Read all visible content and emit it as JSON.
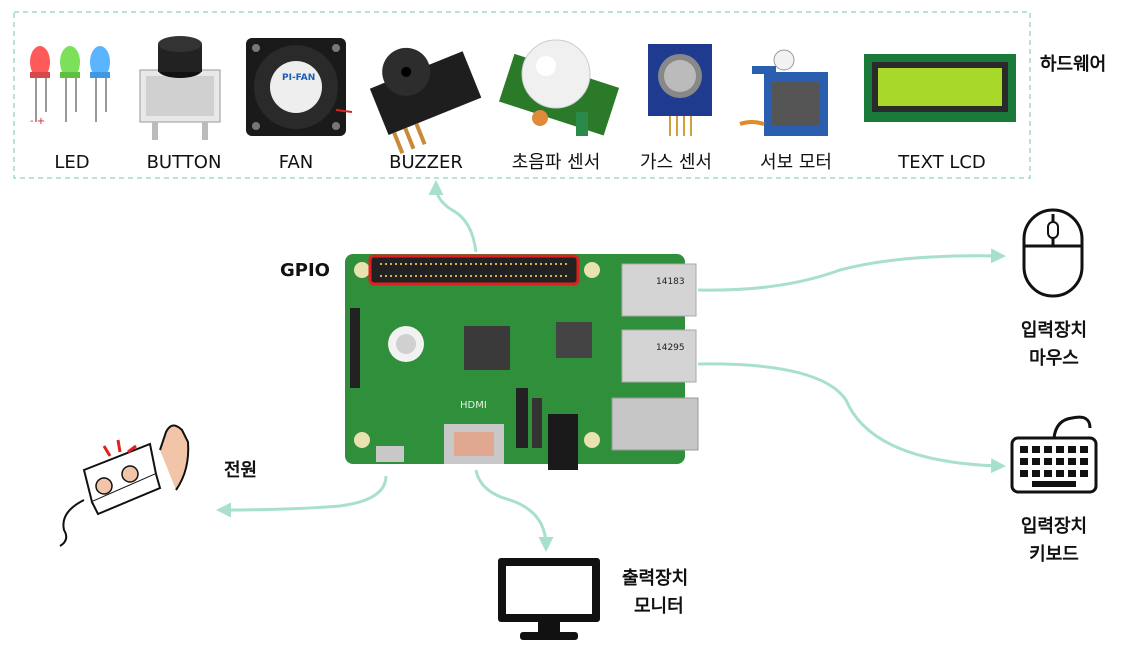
{
  "hardware": {
    "title": "하드웨어",
    "items": [
      {
        "label": "LED"
      },
      {
        "label": "BUTTON"
      },
      {
        "label": "FAN"
      },
      {
        "label": "BUZZER"
      },
      {
        "label": "초음파 센서"
      },
      {
        "label": "가스 센서"
      },
      {
        "label": "서보 모터"
      },
      {
        "label": "TEXT LCD"
      }
    ]
  },
  "fan_text": "PI-FAN",
  "board": {
    "gpio_label": "GPIO",
    "hdmi_text": "HDMI",
    "usb_top_text": "14183",
    "usb_bottom_text": "14295"
  },
  "power": {
    "label": "전원"
  },
  "mouse": {
    "line1": "입력장치",
    "line2": "마우스"
  },
  "keyboard": {
    "line1": "입력장치",
    "line2": "키보드"
  },
  "monitor": {
    "line1": "출력장치",
    "line2": "모니터"
  },
  "colors": {
    "arrow": "#a8e0cc",
    "dashed_border": "#9fdcc8",
    "board_green": "#2f8f3a",
    "gpio_highlight": "#e02020"
  }
}
